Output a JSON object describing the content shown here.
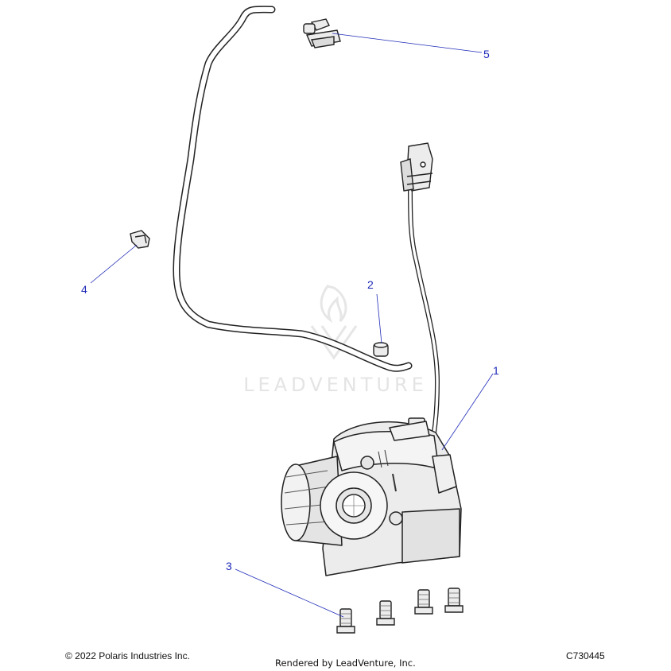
{
  "callouts": [
    {
      "number": "1"
    },
    {
      "number": "2"
    },
    {
      "number": "3"
    },
    {
      "number": "4"
    },
    {
      "number": "5"
    }
  ],
  "watermark": {
    "text": "LEADVENTURE"
  },
  "footer": {
    "copyright": "© 2022 Polaris Industries Inc.",
    "rendered_by": "Rendered by LeadVenture, Inc.",
    "diagram_id": "C730445"
  },
  "colors": {
    "callout": "#1f2bb8",
    "line_art": "#222222",
    "part_fill": "#ececec",
    "watermark": "#e4e4e4"
  }
}
